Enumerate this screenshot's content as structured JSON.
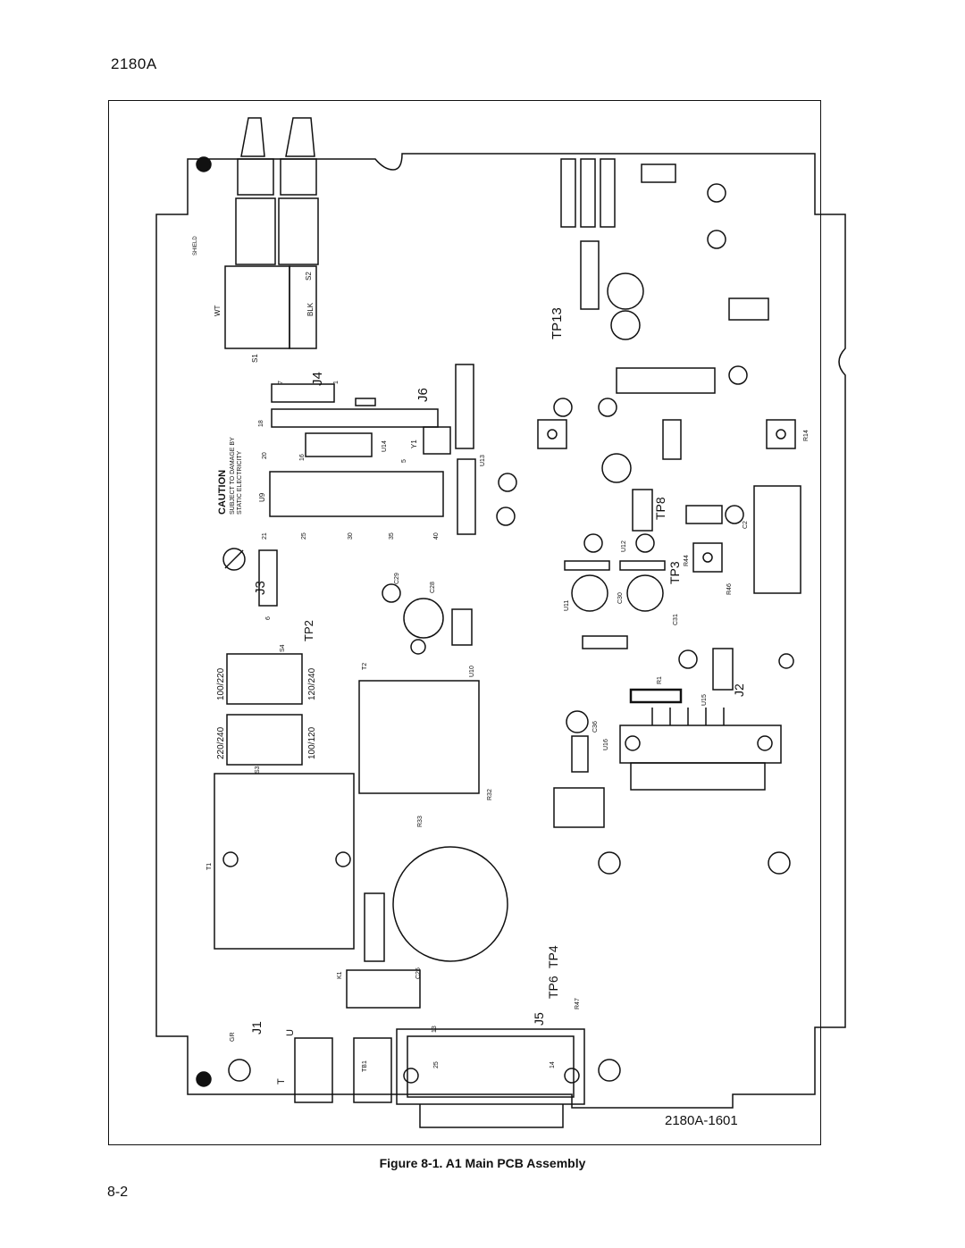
{
  "header": {
    "model": "2180A"
  },
  "figure": {
    "caption": "Figure 8-1. A1 Main PCB Assembly",
    "drawing_number": "2180A-1601"
  },
  "footer": {
    "page_number": "8-2"
  },
  "board": {
    "caution_title": "CAUTION",
    "caution_line1": "SUBJECT TO DAMAGE BY",
    "caution_line2": "STATIC ELECTRICITY",
    "shield": "SHIELD",
    "wt": "WT",
    "blk": "BLK",
    "s1": "S1",
    "s2": "S2",
    "s3": "S3",
    "s4": "S4",
    "j1": "J1",
    "j2": "J2",
    "j3": "J3",
    "j4": "J4",
    "j5": "J5",
    "j6": "J6",
    "tp2": "TP2",
    "tp3": "TP3",
    "tp4": "TP4",
    "tp6": "TP6",
    "tp8": "TP8",
    "tp13": "TP13",
    "t1": "T1",
    "t2": "T2",
    "tb1": "TB1",
    "k1": "K1",
    "u9": "U9",
    "u13": "U13",
    "u14": "U14",
    "u10": "U10",
    "u11": "U11",
    "u12": "U12",
    "u15": "U15",
    "u16": "U16",
    "y1": "Y1",
    "v100_220": "100/220",
    "v120_240": "120/240",
    "v220_240": "220/240",
    "v100_120": "100/120",
    "c26": "C26",
    "c29": "C29",
    "c28": "C28",
    "c30": "C30",
    "c31": "C31",
    "c36": "C36",
    "c2": "C2",
    "r1": "R1",
    "r14": "R14",
    "r44": "R44",
    "r46": "R46",
    "r47": "R47",
    "r32": "R32",
    "r33": "R33",
    "pin7": "7",
    "pin1": "1",
    "pin18": "18",
    "pin20": "20",
    "pin16": "16",
    "pin21": "21",
    "pin25": "25",
    "pin30": "30",
    "pin35": "35",
    "pin40": "40",
    "pin5": "5",
    "pin6": "6",
    "pin13": "13",
    "pin14": "14",
    "pin25b": "25",
    "t_lbl": "T",
    "u_lbl": "U",
    "gr": "GR"
  }
}
